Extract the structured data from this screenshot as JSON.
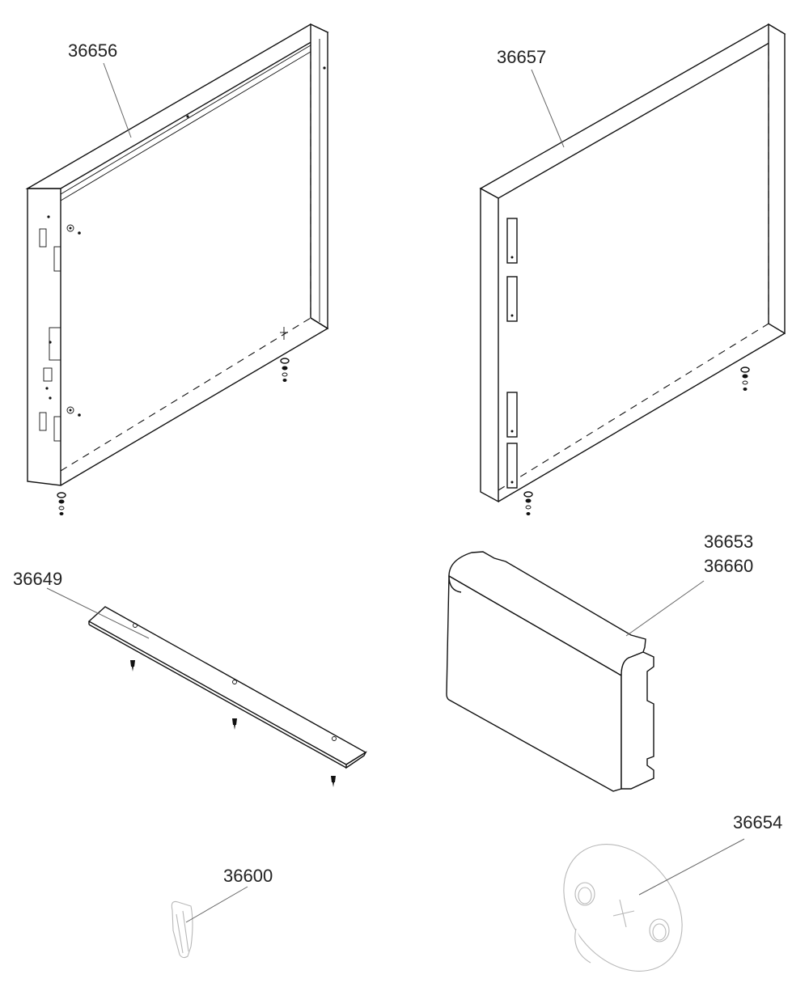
{
  "diagram": {
    "parts": [
      {
        "id": "36656",
        "label": "36656"
      },
      {
        "id": "36657",
        "label": "36657"
      },
      {
        "id": "36649",
        "label": "36649"
      },
      {
        "id": "36653",
        "label": "36653"
      },
      {
        "id": "36660",
        "label": "36660"
      },
      {
        "id": "36600",
        "label": "36600"
      },
      {
        "id": "36654",
        "label": "36654"
      }
    ],
    "colors": {
      "line": "#111111",
      "leader": "#666666",
      "ghost_line": "#b8b8b8",
      "background": "#ffffff"
    },
    "icons": {
      "36656": "open-frame-panel-icon",
      "36657": "closed-box-panel-icon",
      "36649": "mounting-strip-icon",
      "36653": "rounded-cover-icon",
      "36600": "spring-clip-icon",
      "36654": "round-plate-icon"
    }
  }
}
